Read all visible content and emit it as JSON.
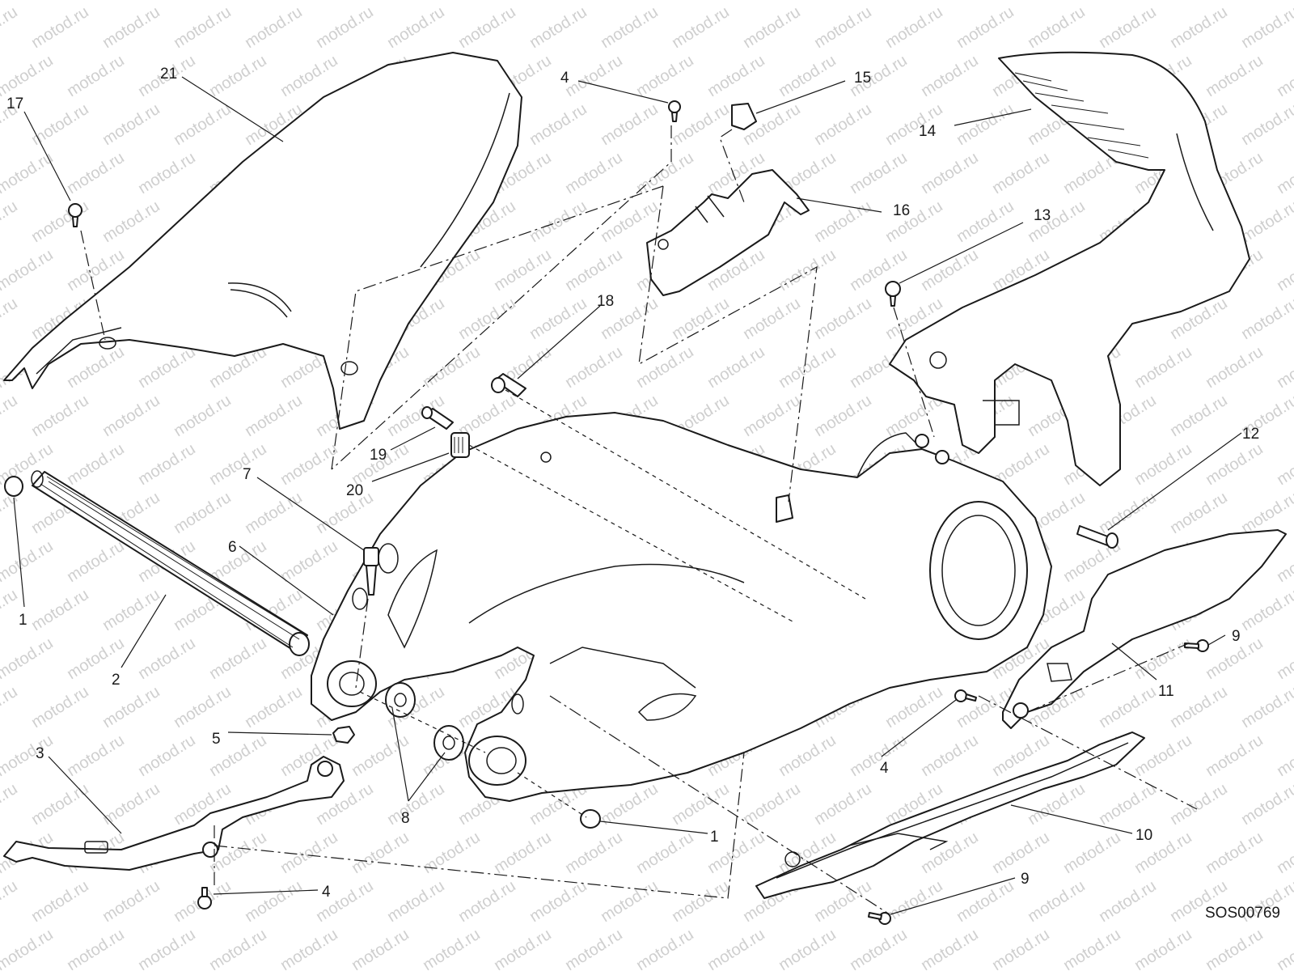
{
  "watermark": "motod.ru",
  "diagram_code": "SOS00769",
  "callouts": [
    "1",
    "2",
    "3",
    "4",
    "5",
    "6",
    "7",
    "8",
    "9",
    "10",
    "11",
    "12",
    "13",
    "14",
    "15",
    "16",
    "17",
    "18",
    "19",
    "20",
    "21"
  ],
  "callout_labels": [
    {
      "text": "21"
    },
    {
      "text": "17"
    },
    {
      "text": "4"
    },
    {
      "text": "15"
    },
    {
      "text": "14"
    },
    {
      "text": "16"
    },
    {
      "text": "13"
    },
    {
      "text": "18"
    },
    {
      "text": "19"
    },
    {
      "text": "20"
    },
    {
      "text": "12"
    },
    {
      "text": "7"
    },
    {
      "text": "6"
    },
    {
      "text": "1"
    },
    {
      "text": "2"
    },
    {
      "text": "9"
    },
    {
      "text": "11"
    },
    {
      "text": "5"
    },
    {
      "text": "3"
    },
    {
      "text": "4"
    },
    {
      "text": "8"
    },
    {
      "text": "1"
    },
    {
      "text": "10"
    },
    {
      "text": "9"
    },
    {
      "text": "4"
    }
  ],
  "colors": {
    "line": "#1a1a1a",
    "watermark": "#cfcfcf",
    "background": "#ffffff"
  }
}
